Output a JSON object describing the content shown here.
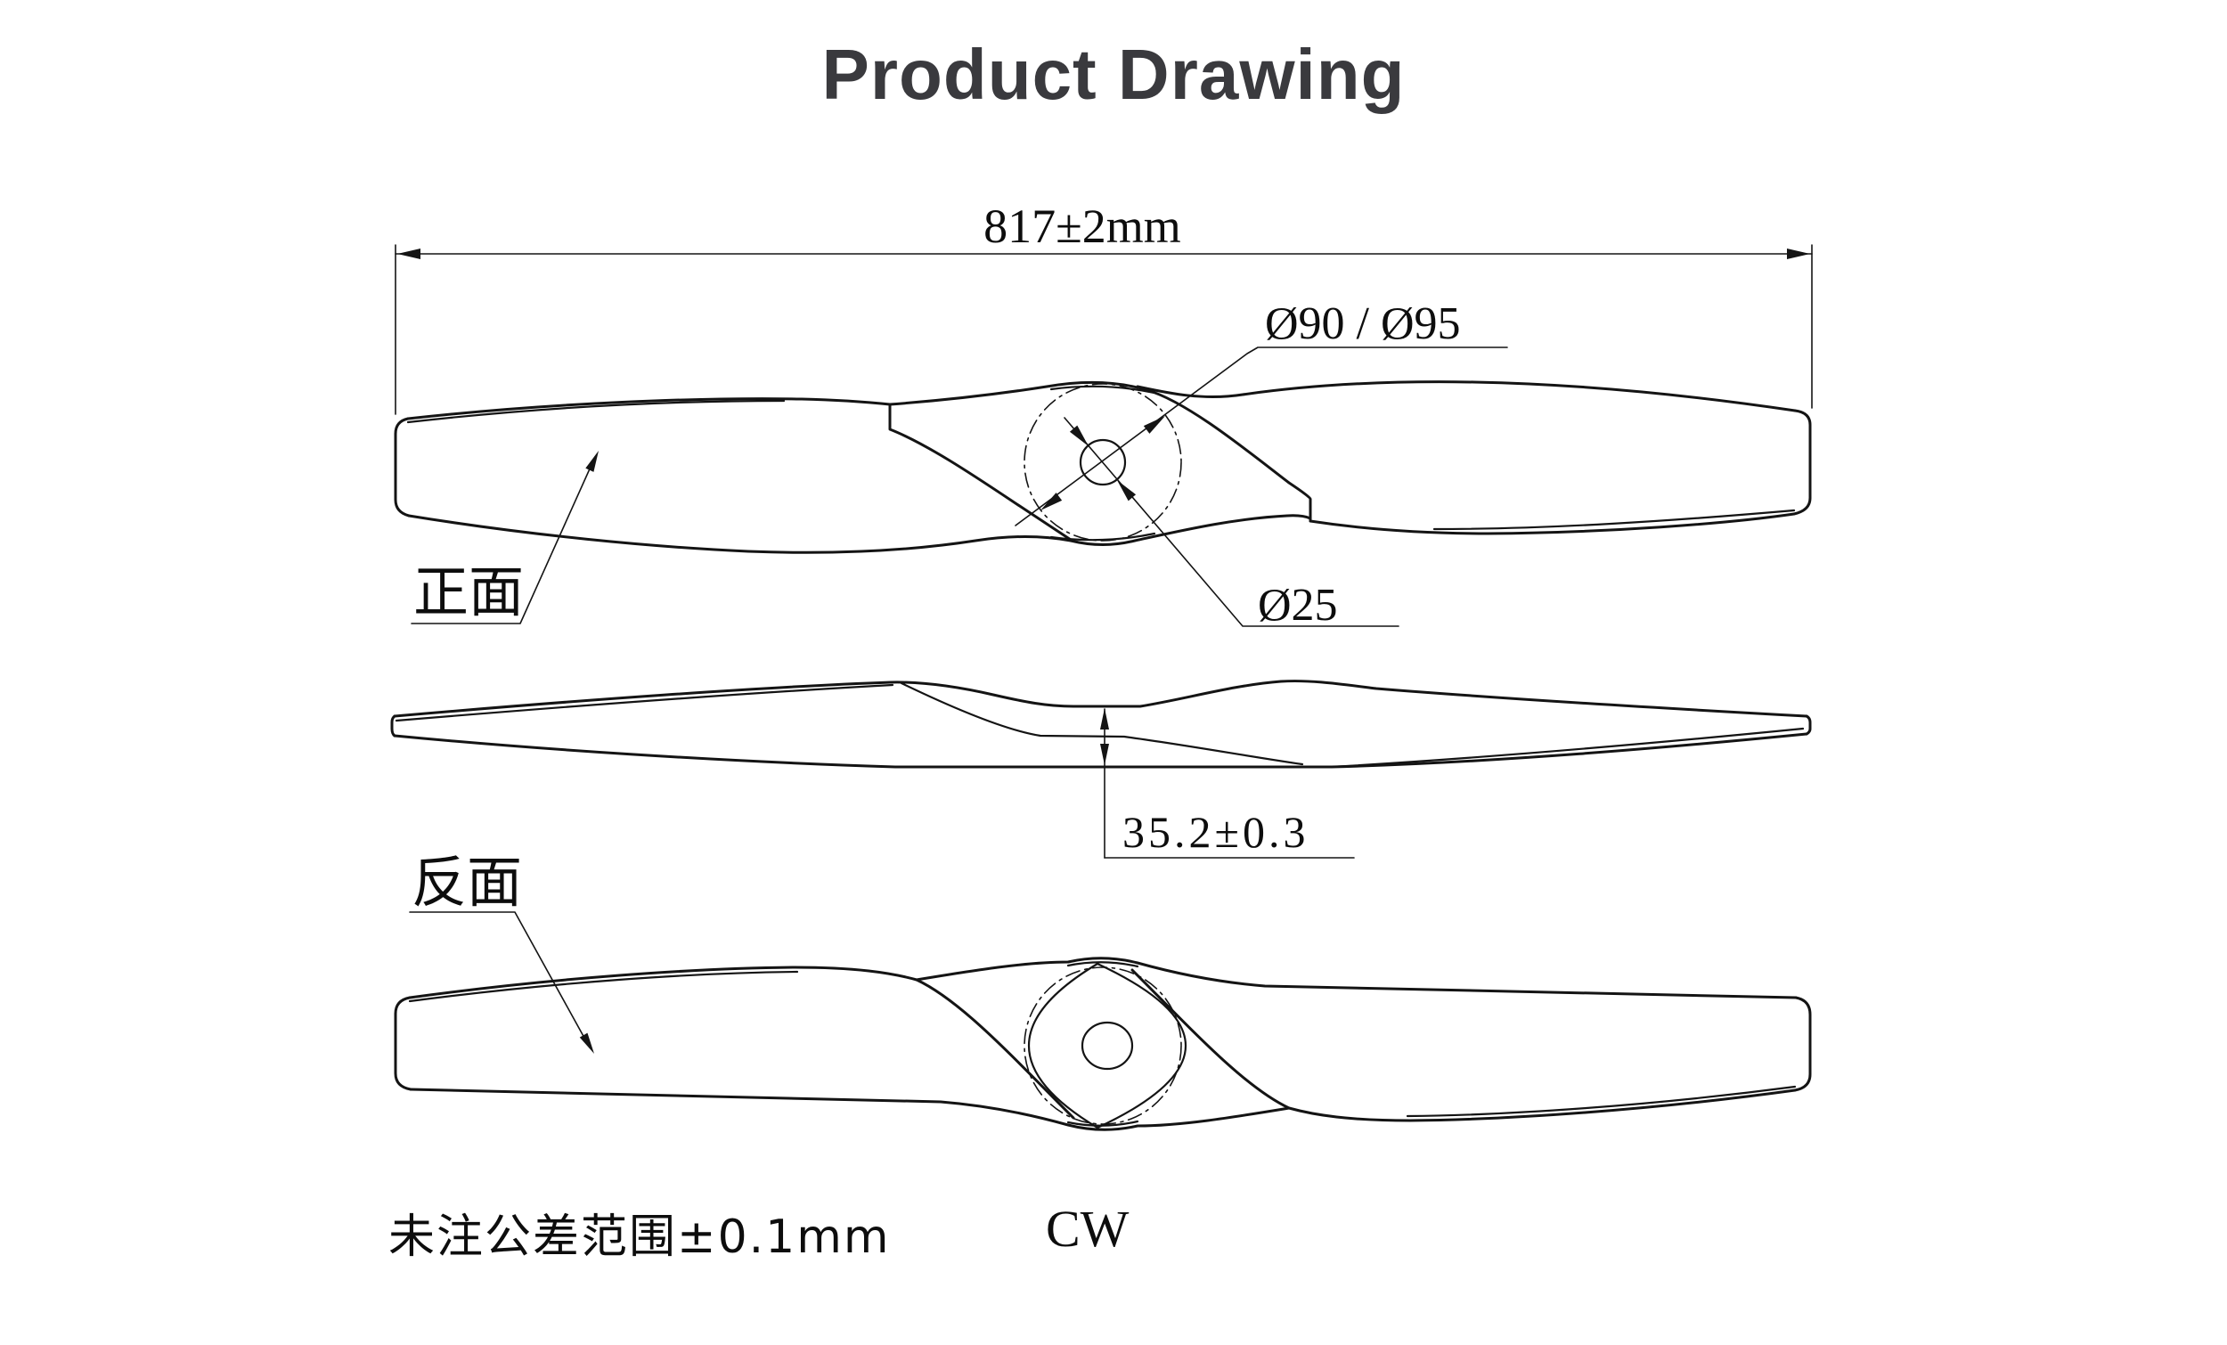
{
  "title": "Product Drawing",
  "colors": {
    "background": "#ffffff",
    "line": "#141414",
    "title_text": "#3a3a3e",
    "dimension_text": "#0d0d0d"
  },
  "dimensions": {
    "overall_length": "817±2mm",
    "hub_diameter": "Ø90 / Ø95",
    "bore_diameter": "Ø25",
    "hub_thickness": "35.2±0.3"
  },
  "views": {
    "front": {
      "label": "正面"
    },
    "side": {
      "label": ""
    },
    "back": {
      "label": "反面"
    }
  },
  "notes": {
    "tolerance": "未注公差范围±0.1mm",
    "rotation_direction": "CW"
  }
}
